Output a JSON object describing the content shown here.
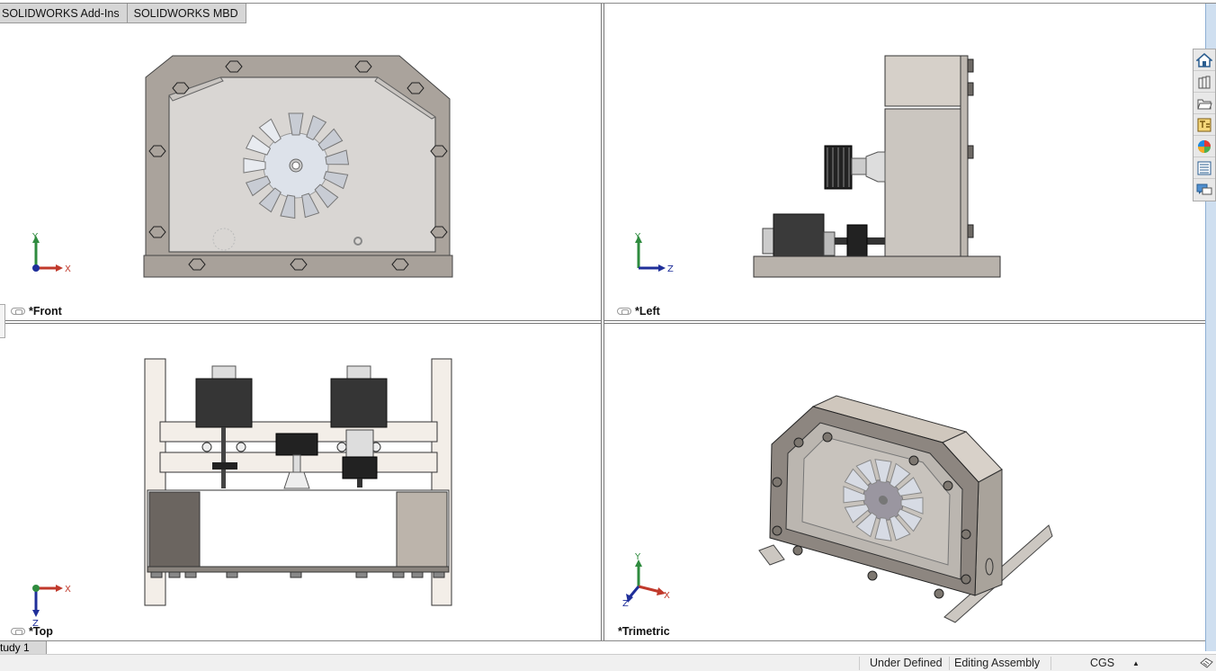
{
  "command_manager": {
    "tabs": [
      {
        "label": "SOLIDWORKS Add-Ins"
      },
      {
        "label": "SOLIDWORKS MBD"
      }
    ]
  },
  "heads_up_toolbar": {
    "icons": [
      "zoom-to-fit-icon",
      "zoom-to-area-icon",
      "previous-view-icon",
      "section-view-icon",
      "dynamic-annotation-views-icon",
      "view-orientation-icon",
      "display-style-icon",
      "hide-show-items-icon",
      "edit-appearance-icon",
      "apply-scene-icon",
      "view-settings-icon"
    ]
  },
  "window_controls": [
    "previous-viewport-icon",
    "next-viewport-icon",
    "minimize-icon",
    "restore-icon",
    "close-icon"
  ],
  "viewports": [
    {
      "id": "front",
      "label": "*Front",
      "triad": {
        "h": "X",
        "v": "Y"
      }
    },
    {
      "id": "left",
      "label": "*Left",
      "triad": {
        "h": "Z",
        "v": "Y"
      }
    },
    {
      "id": "top",
      "label": "*Top",
      "triad": {
        "h": "X",
        "v": "Z"
      }
    },
    {
      "id": "trimetric",
      "label": "*Trimetric",
      "triad": {
        "x": "X",
        "y": "Y",
        "z": "Z"
      }
    }
  ],
  "task_pane": {
    "tabs": [
      "home-icon",
      "design-library-icon",
      "file-explorer-icon",
      "view-palette-icon",
      "appearances-icon",
      "custom-properties-icon",
      "forum-icon"
    ]
  },
  "bottom_tabs": {
    "study_label": "tudy 1"
  },
  "status_bar": {
    "definition": "Under Defined",
    "mode": "Editing Assembly",
    "units": "CGS",
    "units_arrow": "▲"
  },
  "colors": {
    "axis_x": "#c0392b",
    "axis_y": "#2e8b3e",
    "axis_z": "#1f2f9a",
    "model_gray": "#a9a39b",
    "model_light": "#d8d4d0",
    "motor_dark": "#3a3a3a"
  }
}
